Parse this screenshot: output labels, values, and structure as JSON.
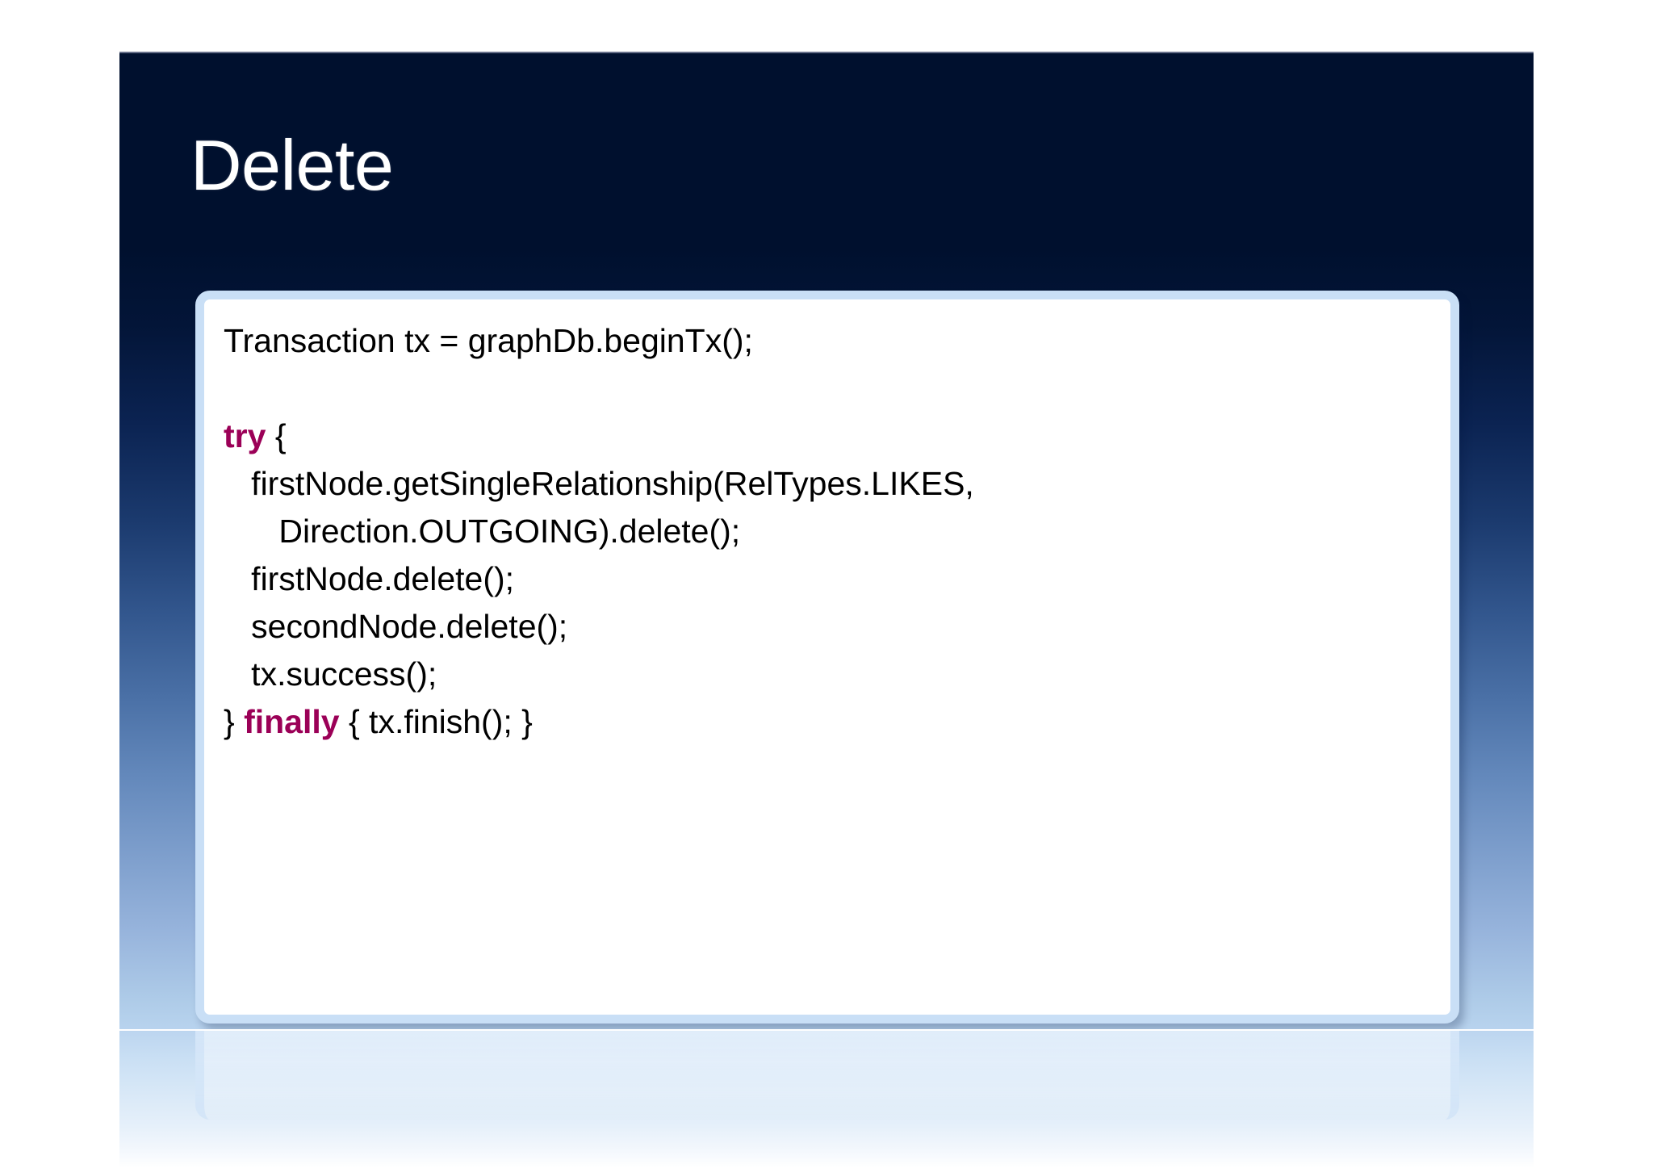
{
  "slide": {
    "title": "Delete",
    "theme": {
      "bg_top": "#00102e",
      "bg_bottom": "#b8d3ee",
      "title_color": "#ffffff",
      "card_bg": "#ffffff",
      "card_border": "#c9dff6",
      "code_color": "#000000",
      "keyword_color": "#9b0057"
    },
    "code": {
      "language": "java",
      "lines": [
        {
          "id": "line-1",
          "segments": [
            {
              "text": "Transaction tx = graphDb.beginTx();",
              "kind": "plain"
            }
          ]
        },
        {
          "id": "line-2",
          "segments": [
            {
              "text": "",
              "kind": "plain"
            }
          ]
        },
        {
          "id": "line-3",
          "segments": [
            {
              "text": "try",
              "kind": "keyword"
            },
            {
              "text": " {",
              "kind": "plain"
            }
          ]
        },
        {
          "id": "line-4",
          "segments": [
            {
              "text": "   firstNode.getSingleRelationship(RelTypes.LIKES,",
              "kind": "plain"
            }
          ]
        },
        {
          "id": "line-5",
          "segments": [
            {
              "text": "      Direction.OUTGOING).delete();",
              "kind": "plain"
            }
          ]
        },
        {
          "id": "line-6",
          "segments": [
            {
              "text": "   firstNode.delete();",
              "kind": "plain"
            }
          ]
        },
        {
          "id": "line-7",
          "segments": [
            {
              "text": "   secondNode.delete();",
              "kind": "plain"
            }
          ]
        },
        {
          "id": "line-8",
          "segments": [
            {
              "text": "   tx.success();",
              "kind": "plain"
            }
          ]
        },
        {
          "id": "line-9",
          "segments": [
            {
              "text": "} ",
              "kind": "plain"
            },
            {
              "text": "finally",
              "kind": "keyword"
            },
            {
              "text": " { tx.finish(); }",
              "kind": "plain"
            }
          ]
        }
      ]
    }
  }
}
